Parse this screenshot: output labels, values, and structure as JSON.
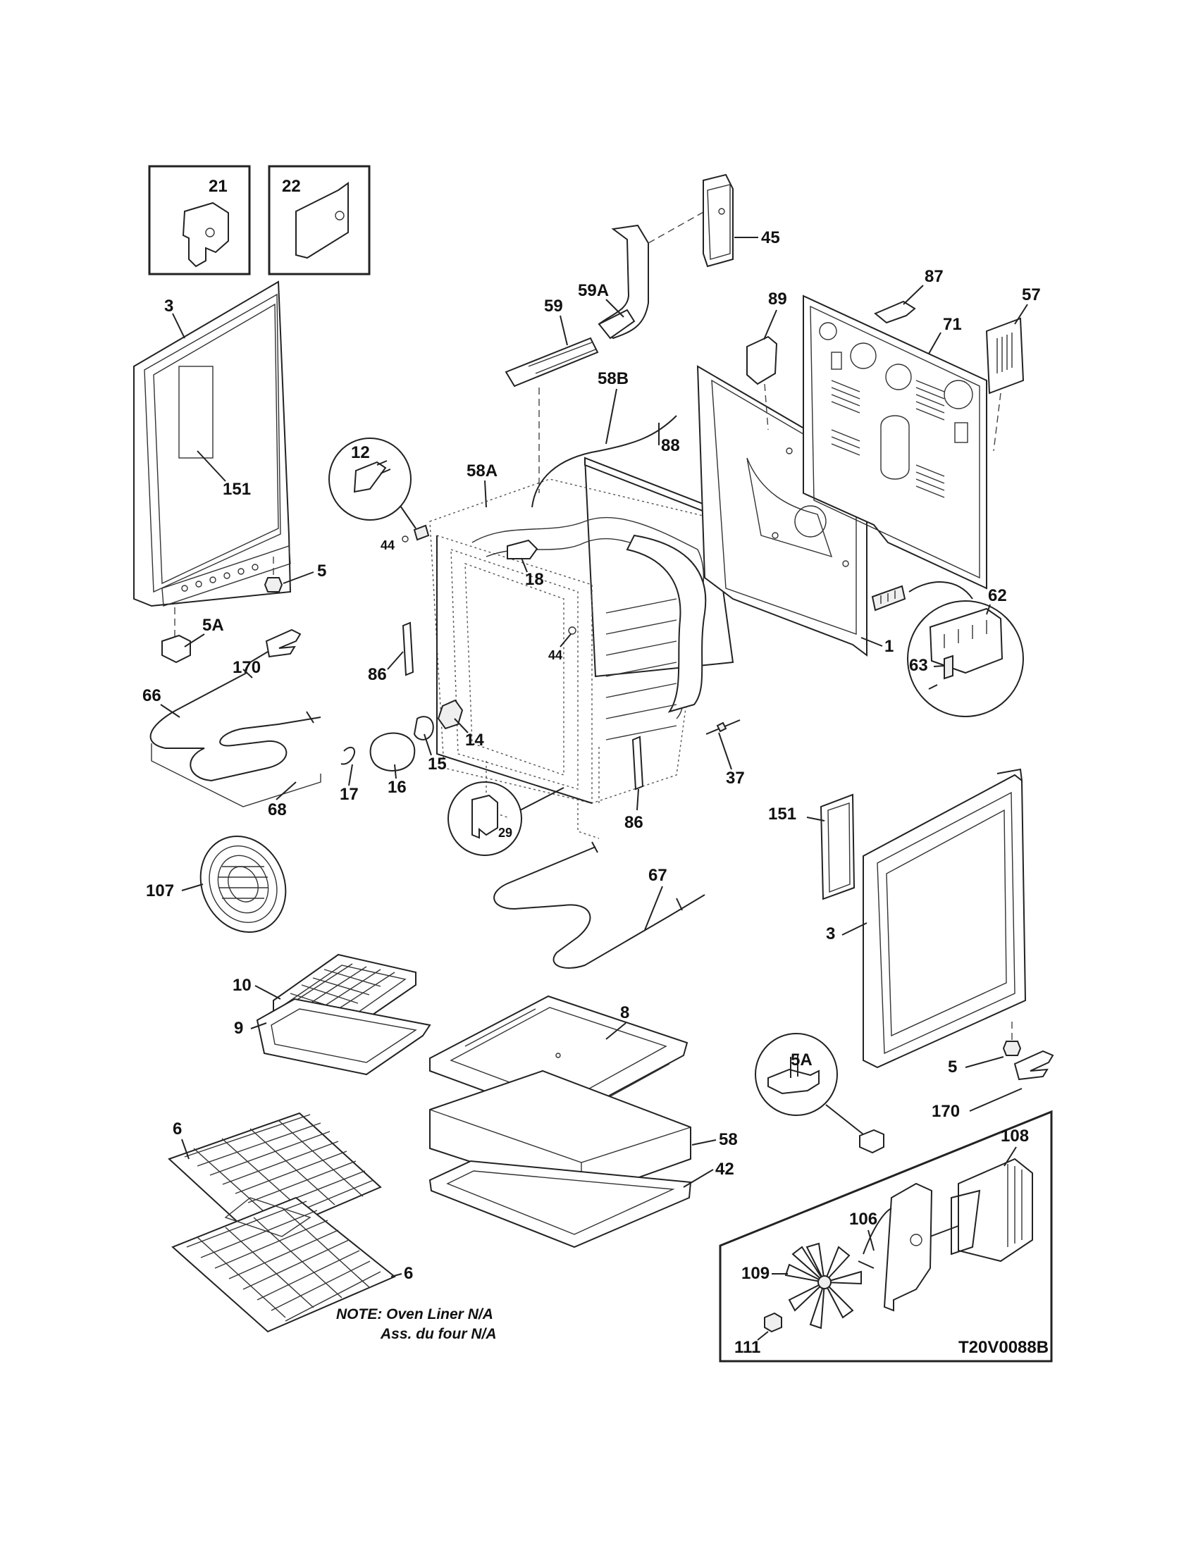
{
  "diagram": {
    "note_line1": "NOTE: Oven Liner N/A",
    "note_line2": "Ass. du four N/A",
    "drawing_code": "T20V0088B"
  },
  "labels": {
    "l21": "21",
    "l22": "22",
    "l3a": "3",
    "l151a": "151",
    "l5a": "5",
    "l5Aa": "5A",
    "l170a": "170",
    "l66": "66",
    "l68": "68",
    "l86a": "86",
    "l12": "12",
    "l44a": "44",
    "l58A": "58A",
    "l18": "18",
    "l44b": "44",
    "l14": "14",
    "l15": "15",
    "l16": "16",
    "l17": "17",
    "l29": "29",
    "l86b": "86",
    "l37": "37",
    "l59": "59",
    "l59A": "59A",
    "l58B": "58B",
    "l88": "88",
    "l45": "45",
    "l89": "89",
    "l87": "87",
    "l71": "71",
    "l57": "57",
    "l1": "1",
    "l62": "62",
    "l63": "63",
    "l107": "107",
    "l67": "67",
    "l151b": "151",
    "l3b": "3",
    "l10": "10",
    "l9": "9",
    "l8": "8",
    "l5b": "5",
    "l5Ab": "5A",
    "l170b": "170",
    "l6a": "6",
    "l58": "58",
    "l42": "42",
    "l6b": "6",
    "l108": "108",
    "l106": "106",
    "l109": "109",
    "l111": "111"
  }
}
